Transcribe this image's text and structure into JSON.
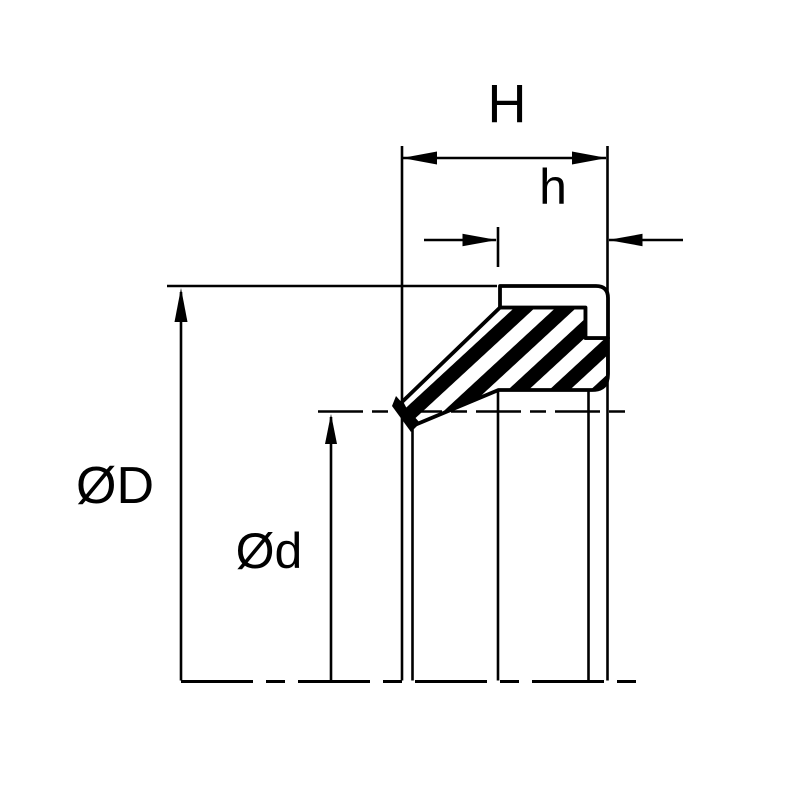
{
  "diagram": {
    "title": "seal cross-section dimensional drawing",
    "background_color": "#ffffff",
    "line_color": "#000000",
    "dimensions": {
      "total_width_label": "H",
      "heel_width_label": "h",
      "outer_diameter_label": "ØD",
      "inner_diameter_label": "Ød"
    }
  }
}
